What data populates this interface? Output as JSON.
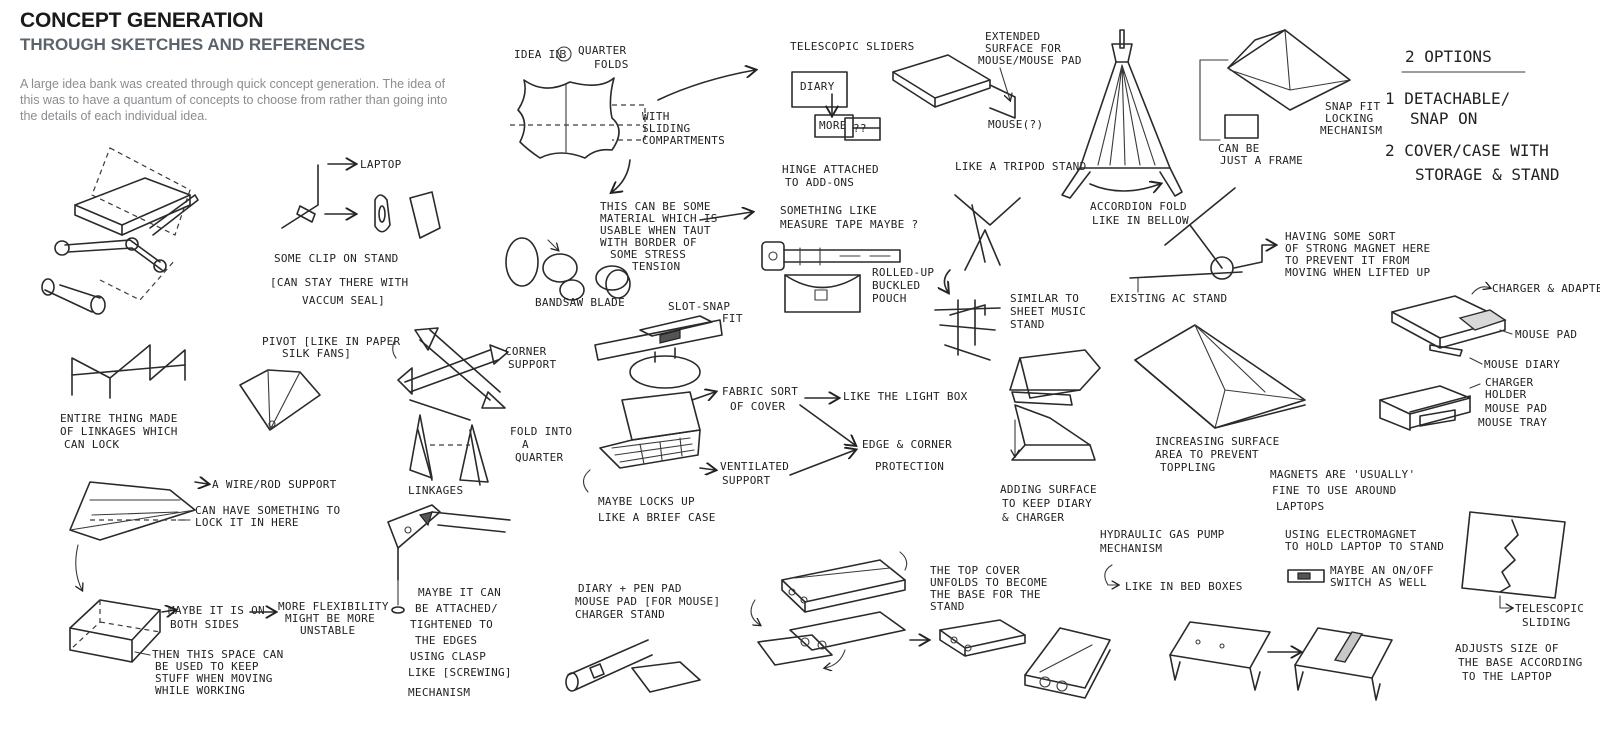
{
  "header": {
    "title": "CONCEPT GENERATION",
    "subtitle": "THROUGH SKETCHES AND REFERENCES",
    "intro": "A large idea bank was created through quick concept generation. The idea of this was to have a quantum of concepts to choose from rather than going into the details of each individual idea."
  },
  "notes": {
    "laptop": "LAPTOP",
    "clip1": "SOME CLIP ON STAND",
    "clip2": "[CAN STAY THERE WITH",
    "clip3": "VACCUM SEAL]",
    "idea1": "IDEA IN",
    "idea_num": "3",
    "idea2": "QUARTER",
    "idea3": "FOLDS",
    "slide1": "WITH",
    "slide2": "SLIDING",
    "slide3": "COMPARTMENTS",
    "mat1": "THIS CAN BE SOME",
    "mat2": "MATERIAL WHICH IS",
    "mat3": "USABLE WHEN TAUT",
    "mat4": "WITH BORDER OF",
    "mat5": "SOME STRESS",
    "mat6": "TENSION",
    "bandsaw": "BANDSAW BLADE",
    "tele": "TELESCOPIC SLIDERS",
    "diary": "DIARY",
    "more": "MORE",
    "q": "??",
    "hinge1": "HINGE ATTACHED",
    "hinge2": "TO ADD-ONS",
    "meas1": "SOMETHING LIKE",
    "meas2": "MEASURE TAPE MAYBE ?",
    "roll1": "ROLLED-UP",
    "roll2": "BUCKLED",
    "roll3": "POUCH",
    "ext1": "EXTENDED",
    "ext2": "SURFACE FOR",
    "ext3": "MOUSE/MOUSE PAD",
    "mouse": "MOUSE(?)",
    "tripod": "LIKE A TRIPOD STAND",
    "acc1": "ACCORDION FOLD",
    "acc2": "LIKE IN BELLOW",
    "frame1": "CAN BE",
    "frame2": "JUST A FRAME",
    "snap1": "SNAP FIT",
    "snap2": "LOCKING",
    "snap3": "MECHANISM",
    "opt_title": "2 OPTIONS",
    "opt1a": "1  DETACHABLE/",
    "opt1b": "SNAP ON",
    "opt2a": "2  COVER/CASE WITH",
    "opt2b": "STORAGE & STAND",
    "link1": "ENTIRE THING MADE",
    "link2": "OF LINKAGES WHICH",
    "link3": "CAN LOCK",
    "pivot1": "PIVOT [LIKE IN PAPER",
    "pivot2": "SILK FANS]",
    "corner1": "CORNER",
    "corner2": "SUPPORT",
    "fold1": "FOLD INTO",
    "fold2": "A",
    "fold3": "QUARTER",
    "linkages": "LINKAGES",
    "slotsnap1": "SLOT-SNAP",
    "slotsnap2": "FIT",
    "fabric1": "FABRIC SORT",
    "fabric2": "OF COVER",
    "lightbox": "LIKE THE LIGHT BOX",
    "edge1": "EDGE & CORNER",
    "edge2": "PROTECTION",
    "vent1": "VENTILATED",
    "vent2": "SUPPORT",
    "brief1": "MAYBE LOCKS UP",
    "brief2": "LIKE A BRIEF CASE",
    "simsheet1": "SIMILAR TO",
    "simsheet2": "SHEET MUSIC",
    "simsheet3": "STAND",
    "magnet1": "HAVING SOME SORT",
    "magnet2": "OF STRONG MAGNET HERE",
    "magnet3": "TO PREVENT IT FROM",
    "magnet4": "MOVING WHEN LIFTED UP",
    "existing": "EXISTING",
    "ac": "AC STAND",
    "charger_adapter": "CHARGER & ADAPTER",
    "mousepad": "MOUSE PAD",
    "mousediary": "MOUSE DIARY",
    "charger": "CHARGER",
    "holder": "HOLDER",
    "mousepad2": "MOUSE PAD",
    "mousetray": "MOUSE TRAY",
    "incr1": "INCREASING SURFACE",
    "incr2": "AREA TO PREVENT",
    "incr3": "TOPPLING",
    "addsurf1": "ADDING SURFACE",
    "addsurf2": "TO KEEP DIARY",
    "addsurf3": "& CHARGER",
    "wire": "A WIRE/ROD SUPPORT",
    "lock1": "CAN HAVE SOMETHING TO",
    "lock2": "LOCK IT IN HERE",
    "both1": "MAYBE IT IS ON",
    "both2": "BOTH SIDES",
    "flex1": "MORE FLEXIBILITY",
    "flex2": "MIGHT BE MORE",
    "flex3": "UNSTABLE",
    "space1": "THEN THIS SPACE CAN",
    "space2": "BE USED TO KEEP",
    "space3": "STUFF WHEN MOVING",
    "space4": "WHILE WORKING",
    "clamp1": "MAYBE IT CAN",
    "clamp2": "BE ATTACHED/",
    "clamp3": "TIGHTENED TO",
    "clamp4": "THE EDGES",
    "clamp5": "USING CLASP",
    "clamp6": "LIKE [SCREWING]",
    "clamp7": "MECHANISM",
    "dpp1": "DIARY + PEN PAD",
    "dpp2": "MOUSE PAD [FOR MOUSE]",
    "dpp3": "CHARGER STAND",
    "top1": "THE TOP COVER",
    "top2": "UNFOLDS TO BECOME",
    "top3": "THE BASE FOR THE",
    "top4": "STAND",
    "hyd1": "HYDRAULIC GAS PUMP",
    "hyd2": "MECHANISM",
    "bed": "LIKE IN BED BOXES",
    "mag1": "MAGNETS ARE 'USUALLY'",
    "mag2": "FINE TO USE AROUND",
    "mag3": "LAPTOPS",
    "em1": "USING ELECTROMAGNET",
    "em2": "TO HOLD LAPTOP TO STAND",
    "sw1": "MAYBE AN ON/OFF",
    "sw2": "SWITCH AS WELL",
    "ts1": "TELESCOPIC",
    "ts2": "SLIDING",
    "adj1": "ADJUSTS SIZE OF",
    "adj2": "THE BASE ACCORDING",
    "adj3": "TO THE LAPTOP"
  }
}
